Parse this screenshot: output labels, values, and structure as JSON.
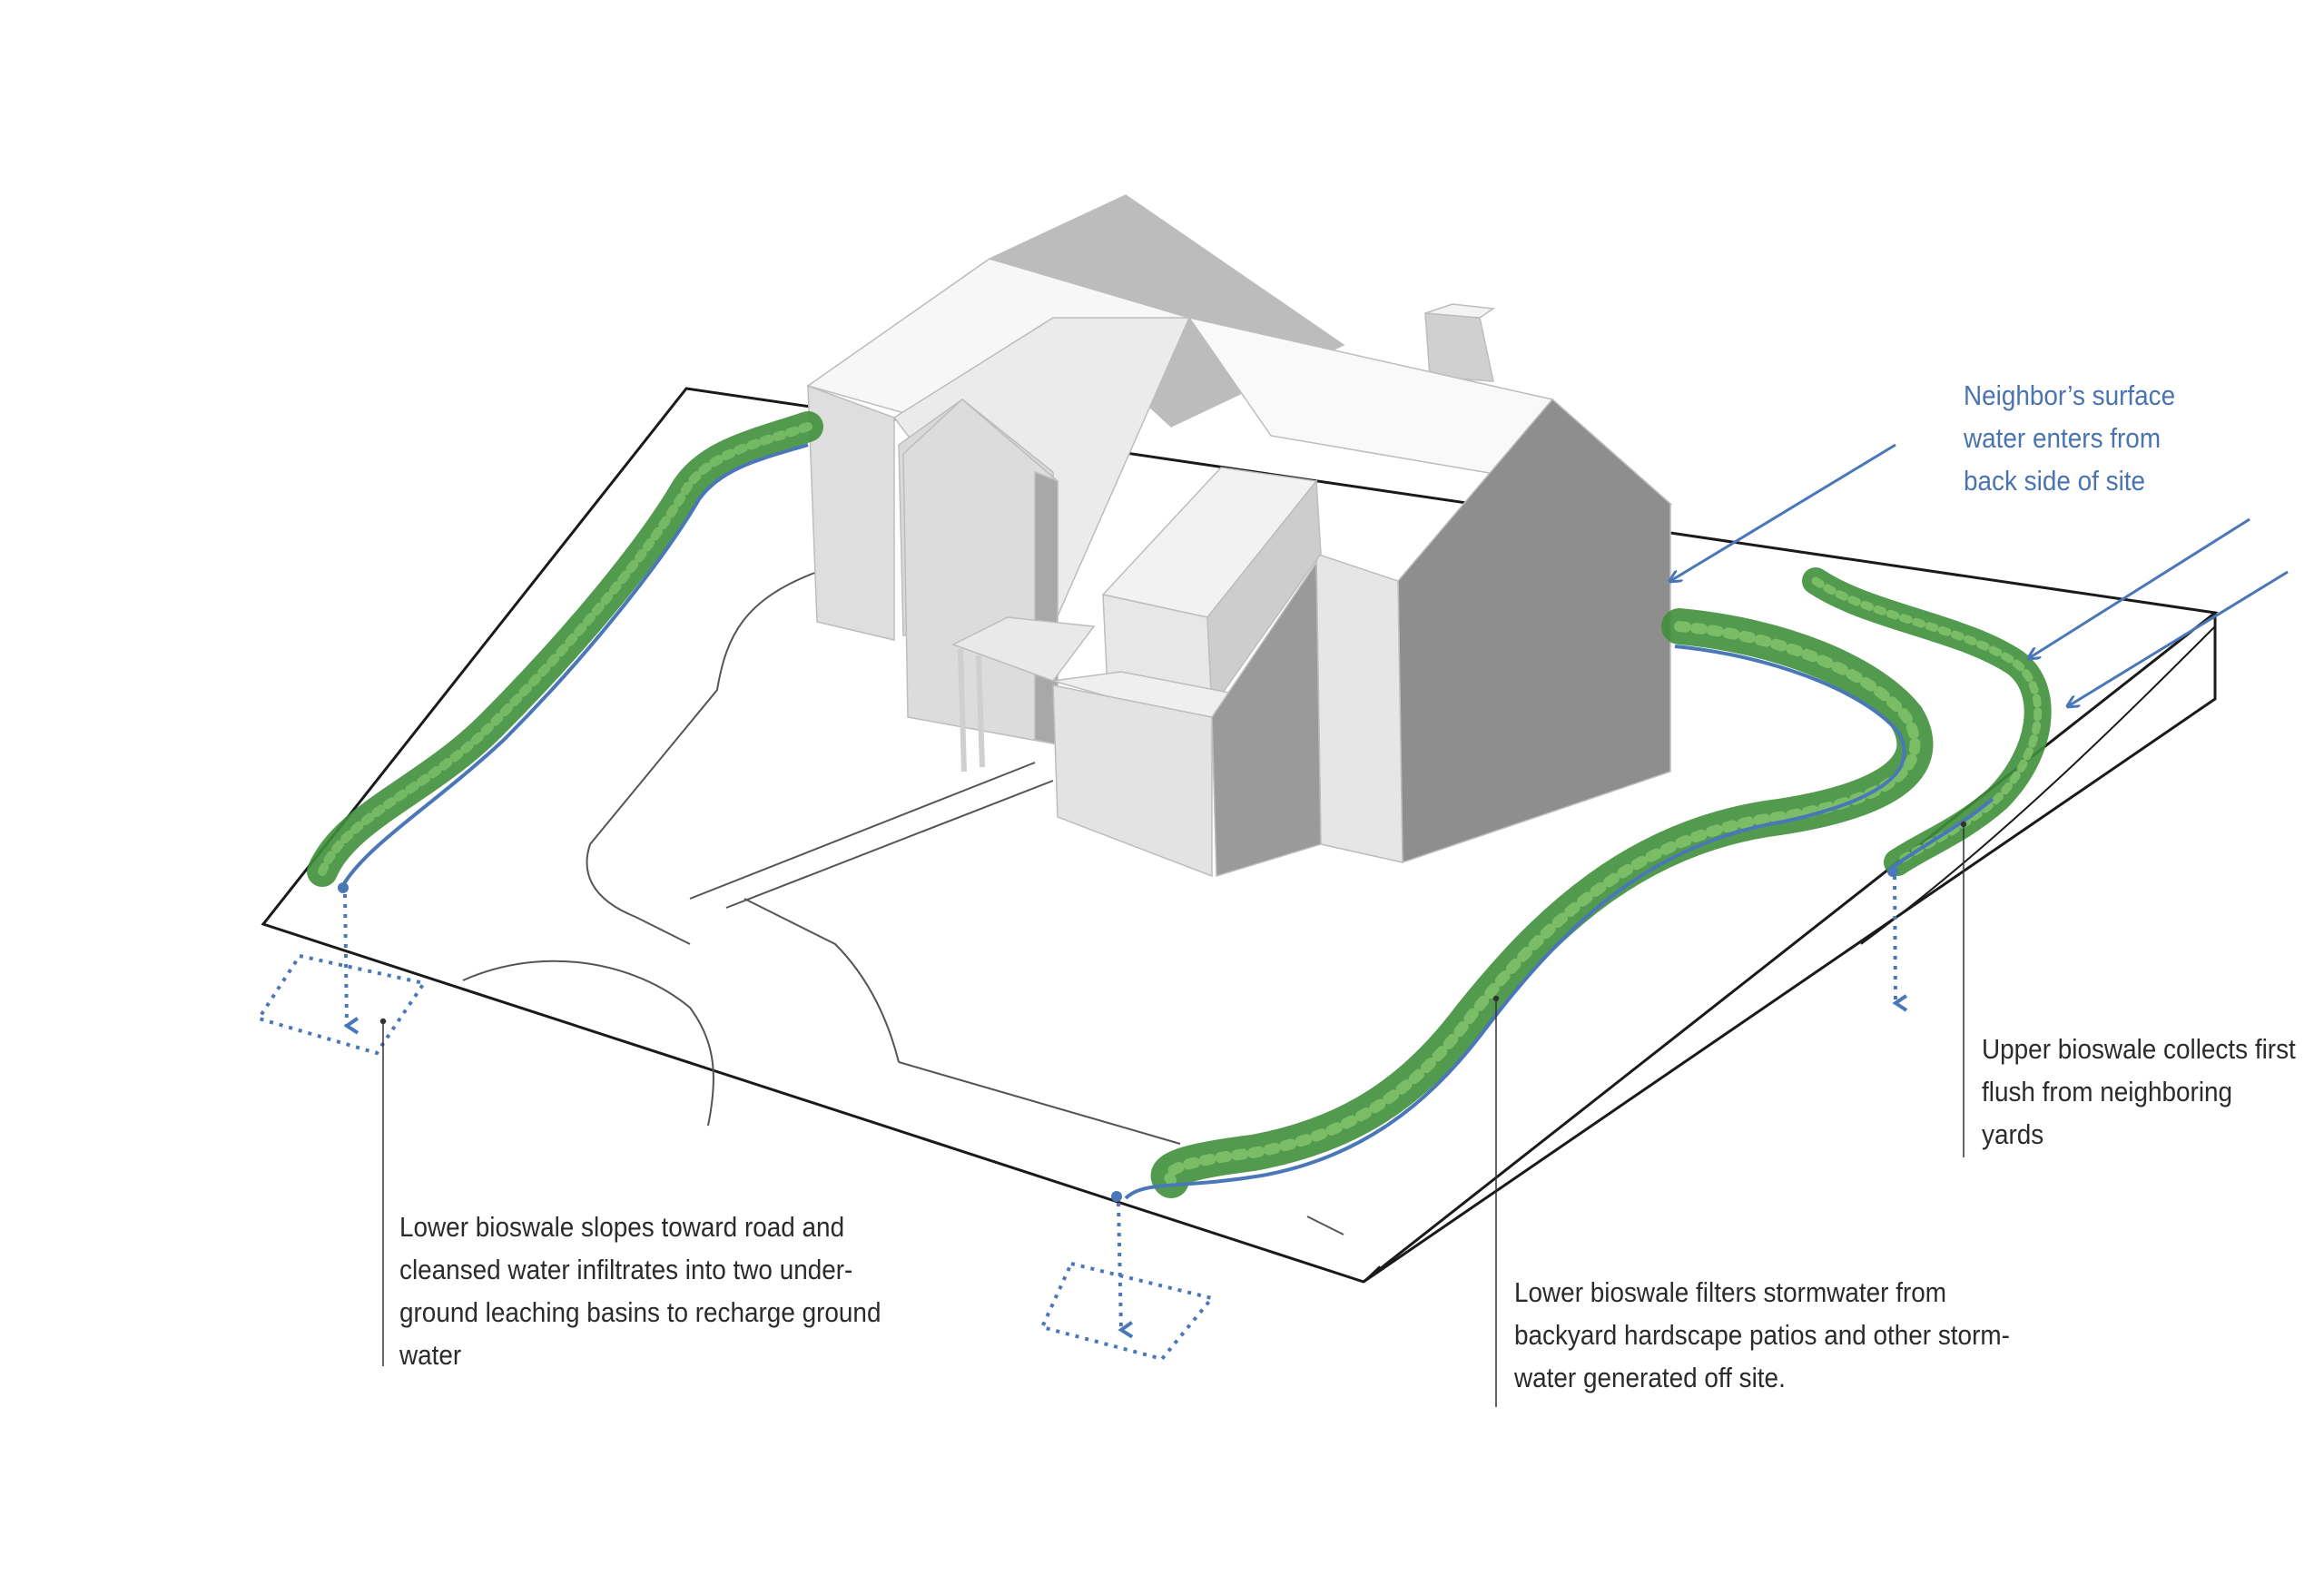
{
  "colors": {
    "water_blue": "#4a77b8",
    "annotation_blue": "#4a73b0",
    "vegetation_green": "#3f8f3a",
    "house_white": "#f4f4f4",
    "outline": "#1a1a1a"
  },
  "annotations": {
    "neighbor_water": {
      "lines": [
        "Neighbor’s surface",
        "water enters from",
        "back side of site"
      ]
    },
    "upper_bioswale": {
      "lines": [
        "Upper bioswale collects first",
        "flush from neighboring",
        "yards"
      ]
    },
    "lower_bioswale_road": {
      "lines": [
        "Lower bioswale slopes toward road and",
        "cleansed water infiltrates into two under-",
        "ground leaching basins to recharge ground",
        "water"
      ]
    },
    "lower_bioswale_backyard": {
      "lines": [
        "Lower bioswale filters stormwater from",
        "backyard hardscape patios and other storm-",
        "water generated off site."
      ]
    }
  },
  "icons": {
    "house": "house-model",
    "bioswale": "vegetation-strip",
    "leaching_basin": "dashed-basin-outline",
    "flow_arrow": "arrow-icon"
  }
}
